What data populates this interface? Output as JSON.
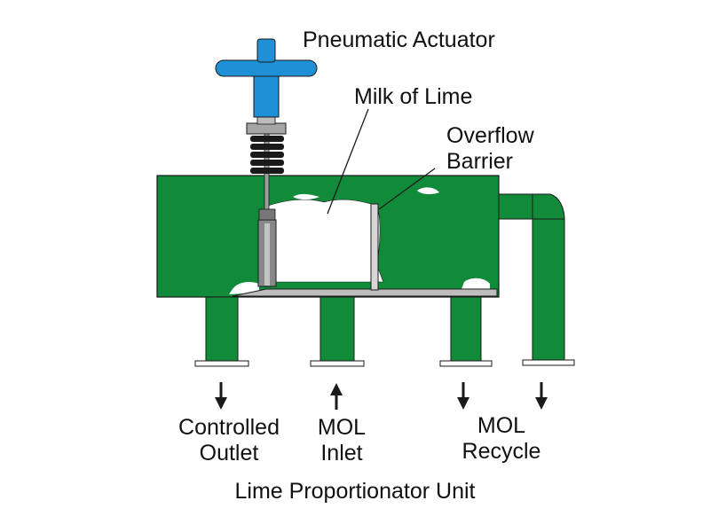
{
  "labels": {
    "pneumatic_actuator": "Pneumatic Actuator",
    "milk_of_lime": "Milk of Lime",
    "overflow_barrier_line1": "Overflow",
    "overflow_barrier_line2": "Barrier",
    "controlled_outlet_line1": "Controlled",
    "controlled_outlet_line2": "Outlet",
    "mol_inlet_line1": "MOL",
    "mol_inlet_line2": "Inlet",
    "mol_recycle_line1": "MOL",
    "mol_recycle_line2": "Recycle",
    "caption": "Lime Proportionator Unit"
  },
  "colors": {
    "tank_green": "#118a3a",
    "actuator_blue": "#1f8fd6",
    "barrier_gray": "#b4b4b4",
    "outline": "#1a1a1a"
  }
}
